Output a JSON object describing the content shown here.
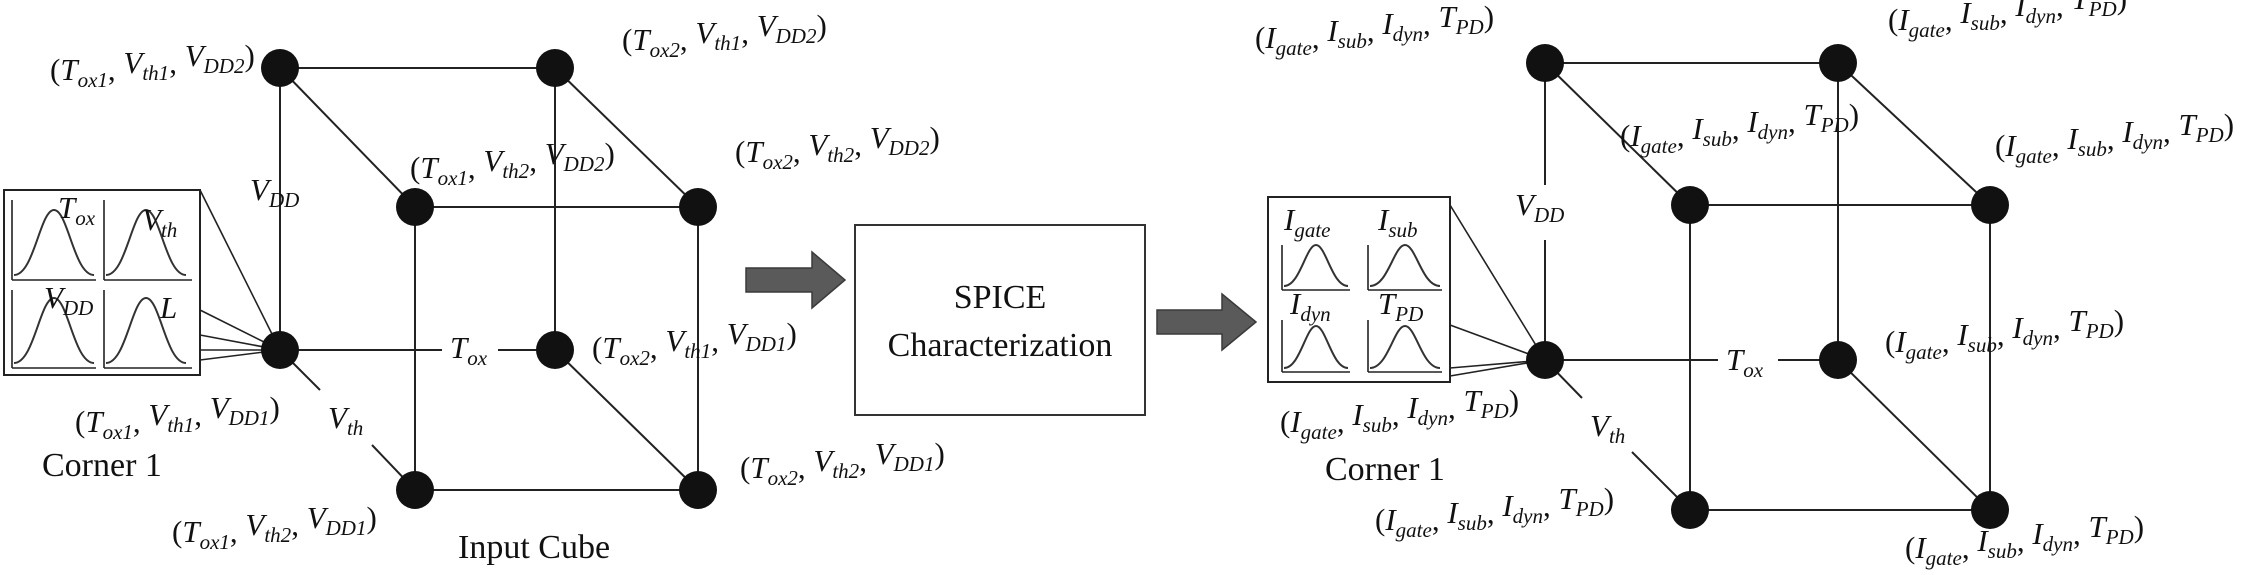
{
  "input": {
    "corner_labels": [
      {
        "T": "ox1",
        "V": "th1",
        "D": "DD2"
      },
      {
        "T": "ox2",
        "V": "th1",
        "D": "DD2"
      },
      {
        "T": "ox1",
        "V": "th2",
        "D": "DD2"
      },
      {
        "T": "ox2",
        "V": "th2",
        "D": "DD2"
      },
      {
        "T": "ox1",
        "V": "th1",
        "D": "DD1"
      },
      {
        "T": "ox2",
        "V": "th1",
        "D": "DD1"
      },
      {
        "T": "ox1",
        "V": "th2",
        "D": "DD1"
      },
      {
        "T": "ox2",
        "V": "th2",
        "D": "DD1"
      }
    ],
    "axis_vdd": {
      "base": "V",
      "sub": "DD"
    },
    "axis_tox": {
      "base": "T",
      "sub": "ox"
    },
    "axis_vth": {
      "base": "V",
      "sub": "th"
    },
    "dist_labels": [
      {
        "base": "T",
        "sub": "ox"
      },
      {
        "base": "V",
        "sub": "th"
      },
      {
        "base": "V",
        "sub": "DD"
      },
      {
        "base": "L",
        "sub": ""
      }
    ],
    "corner_caption": "Corner 1",
    "cube_caption": "Input Cube"
  },
  "process": {
    "line1": "SPICE",
    "line2": "Characterization"
  },
  "output": {
    "corner_label": {
      "a": "gate",
      "b": "sub",
      "c": "dyn",
      "d": "PD"
    },
    "axis_vdd": {
      "base": "V",
      "sub": "DD"
    },
    "axis_tox": {
      "base": "T",
      "sub": "ox"
    },
    "axis_vth": {
      "base": "V",
      "sub": "th"
    },
    "dist_labels": [
      {
        "base": "I",
        "sub": "gate"
      },
      {
        "base": "I",
        "sub": "sub"
      },
      {
        "base": "I",
        "sub": "dyn"
      },
      {
        "base": "T",
        "sub": "PD"
      }
    ],
    "corner_caption": "Corner 1"
  }
}
